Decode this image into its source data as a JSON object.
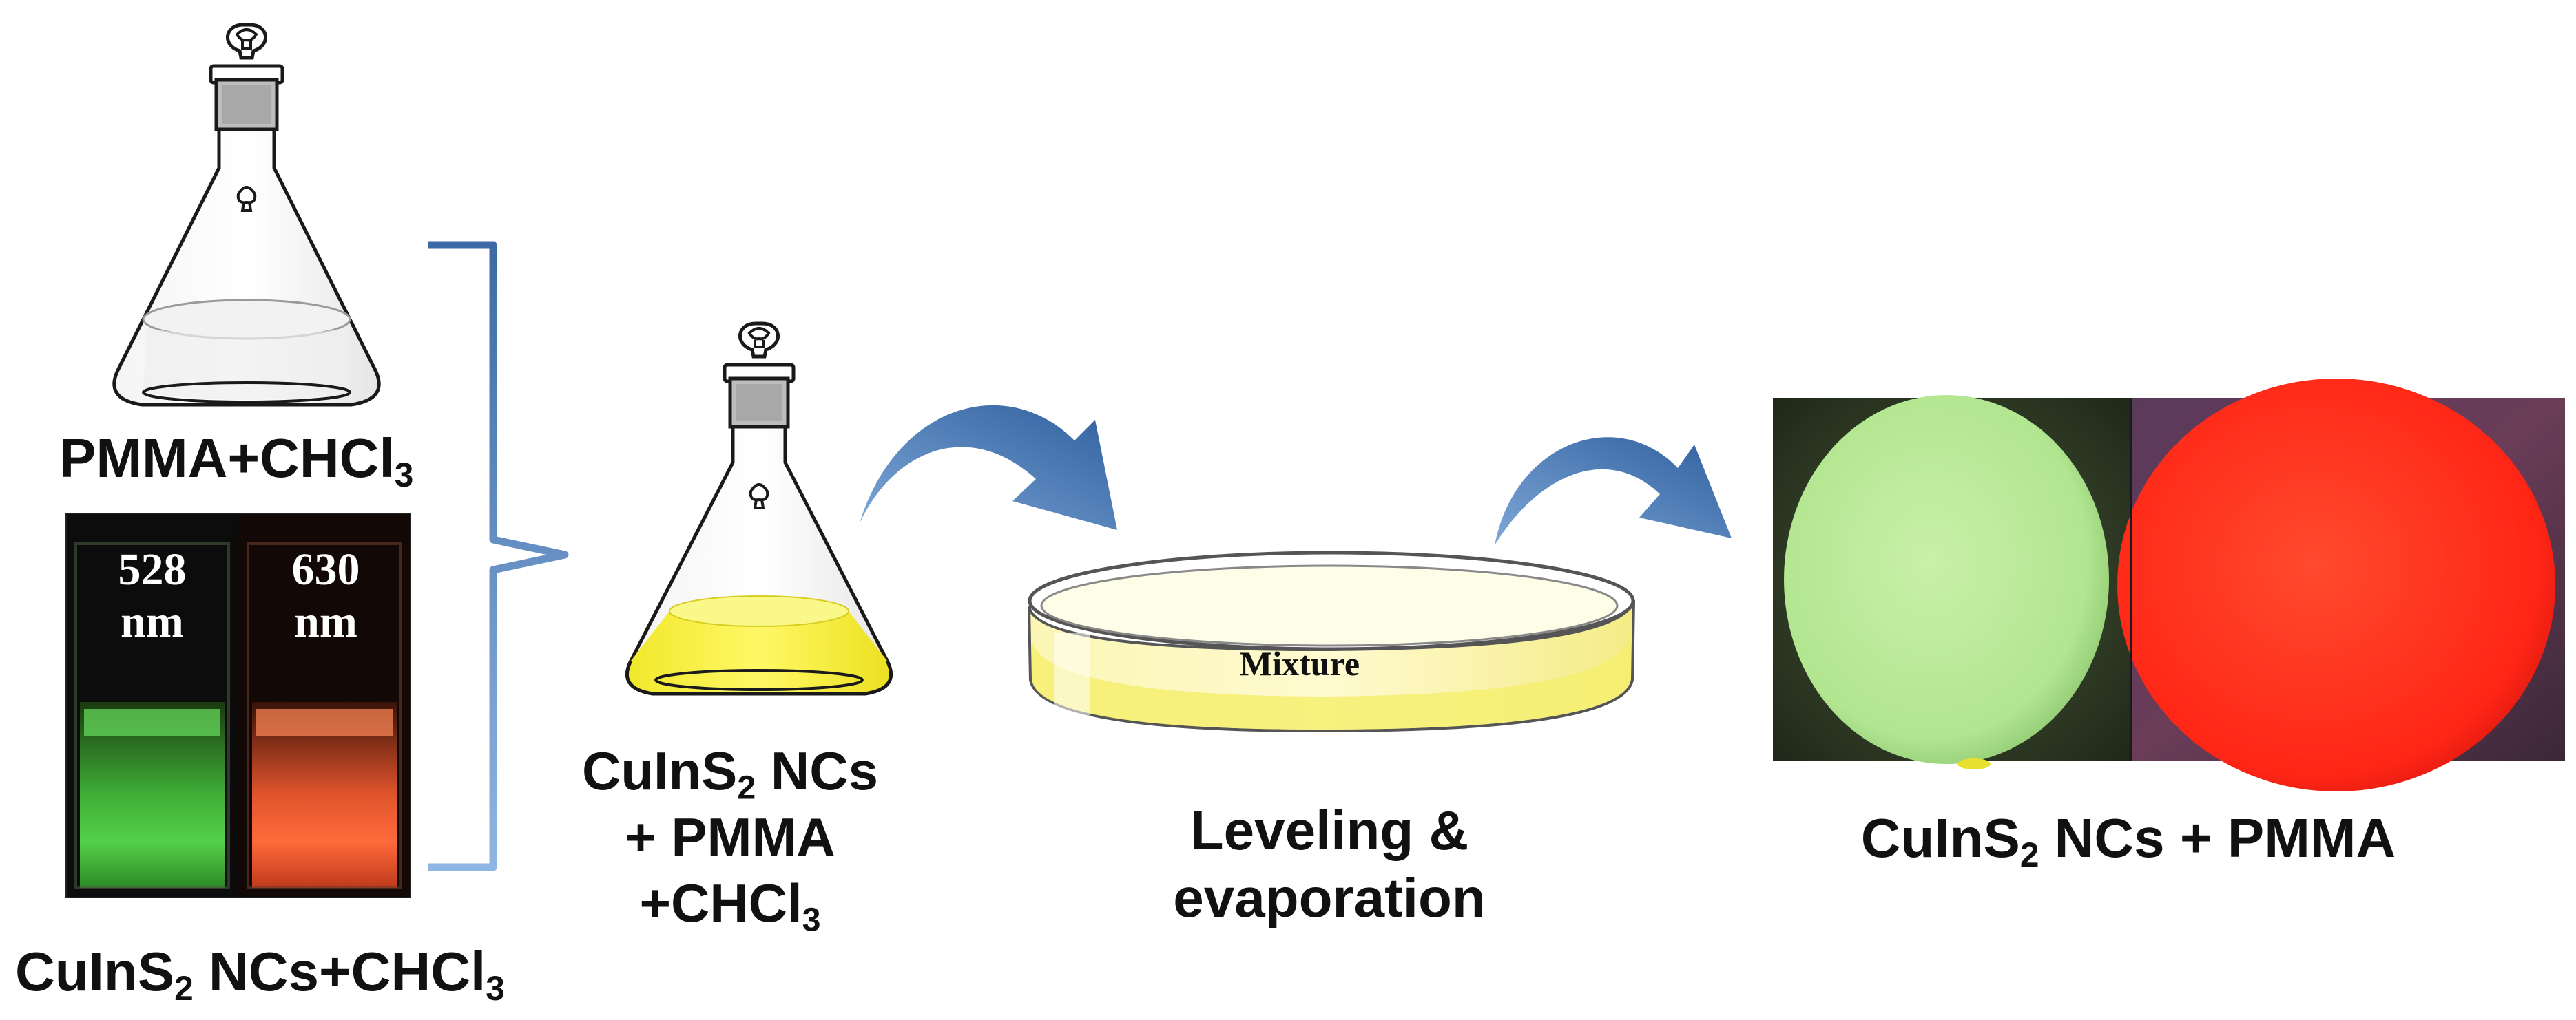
{
  "labels": {
    "pmma_chcl3": {
      "a": "PMMA+CHCl",
      "sub": "3"
    },
    "cuins2_chcl3": {
      "a": "CuInS",
      "sub1": "2",
      "b": " NCs+CHCl",
      "sub2": "3"
    },
    "mix_line1": {
      "a": "CuInS",
      "sub": "2",
      "b": " NCs"
    },
    "mix_line2": "+ PMMA",
    "mix_line3": {
      "a": "+CHCl",
      "sub": "3"
    },
    "leveling_line1": "Leveling &",
    "leveling_line2": "evaporation",
    "final": {
      "a": "CuInS",
      "sub": "2",
      "b": " NCs + PMMA"
    },
    "dish": "Mixture"
  },
  "vials": [
    {
      "value": "528",
      "unit": "nm"
    },
    {
      "value": "630",
      "unit": "nm"
    }
  ],
  "colors": {
    "arrow": "#4a7db8",
    "bracket": "#4a72a8",
    "yellow_solution": "#f2ec2e",
    "green_emission": "#b8e89a",
    "red_emission": "#ff2a1c"
  }
}
